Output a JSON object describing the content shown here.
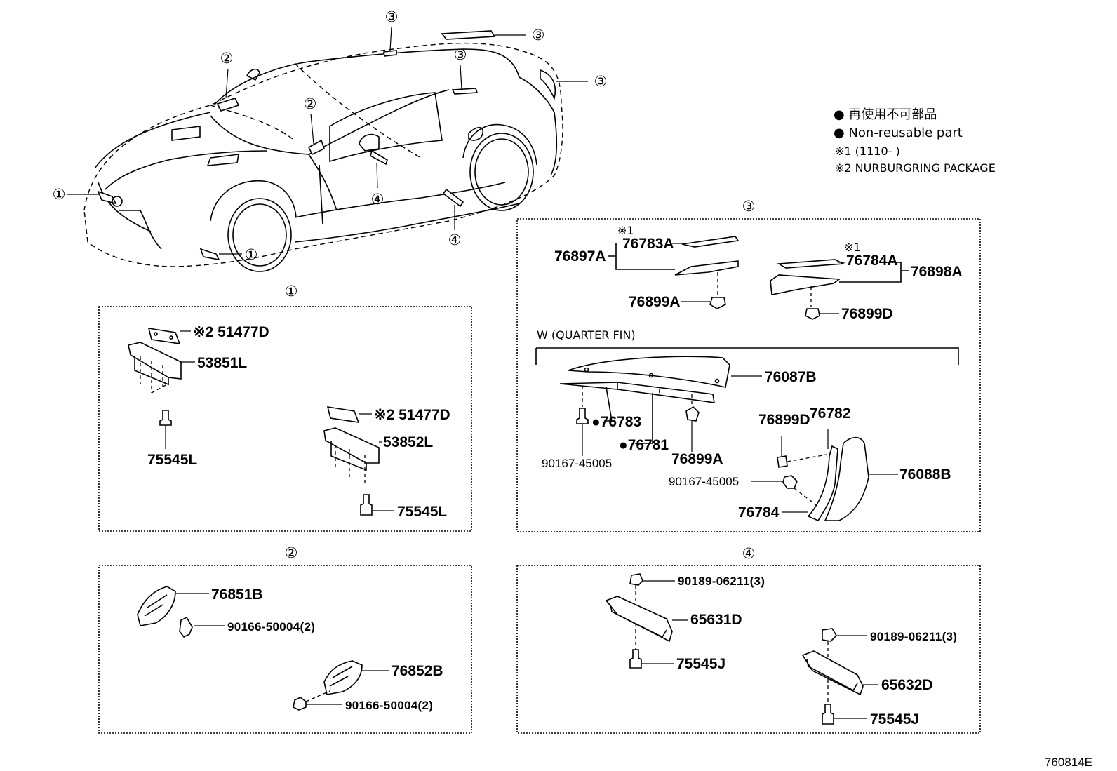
{
  "legend": {
    "jp_line": "● 再使用不可部品",
    "en_line": "● Non-reusable part",
    "note1": "※1 (1110-        )",
    "note2": "※2 NURBURGRING PACKAGE"
  },
  "callouts": {
    "c1": "①",
    "c2": "②",
    "c3": "③",
    "c4": "④"
  },
  "section1": {
    "p51477D_a": "※2 51477D",
    "p53851L": "53851L",
    "p75545L_a": "75545L",
    "p51477D_b": "※2 51477D",
    "p53852L": "53852L",
    "p75545L_b": "75545L"
  },
  "section2": {
    "p76851B": "76851B",
    "p90166_a": "90166-50004(2)",
    "p76852B": "76852B",
    "p90166_b": "90166-50004(2)"
  },
  "section3": {
    "mark1a": "※1",
    "p76783A": "76783A",
    "p76897A": "76897A",
    "p76899A_top": "76899A",
    "mark1b": "※1",
    "p76784A": "76784A",
    "p76898A": "76898A",
    "p76899D_top": "76899D",
    "quarter_fin": "W (QUARTER FIN)",
    "p76087B": "76087B",
    "p76783": "●76783",
    "p76781": "●76781",
    "p90167_a": "90167-45005",
    "p76899A": "76899A",
    "p76899D": "76899D",
    "p76782": "76782",
    "p90167_b": "90167-45005",
    "p76088B": "76088B",
    "p76784": "76784"
  },
  "section4": {
    "p90189_a": "90189-06211(3)",
    "p65631D": "65631D",
    "p75545J_a": "75545J",
    "p90189_b": "90189-06211(3)",
    "p65632D": "65632D",
    "p75545J_b": "75545J"
  },
  "figure_code": "760814E"
}
